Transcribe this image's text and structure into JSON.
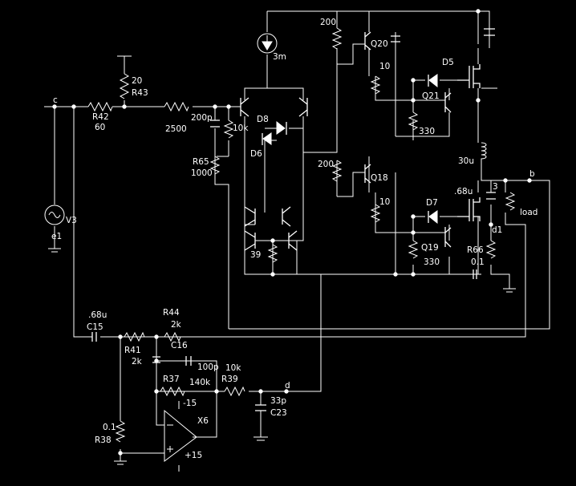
{
  "colors": {
    "background": "#000000",
    "foreground": "#ffffff"
  },
  "labels": {
    "c": "c",
    "b": "b",
    "d": "d",
    "r42": "R42",
    "r42v": "60",
    "r43v": "20",
    "r43": "R43",
    "r2500": "2500",
    "c200p": "200p",
    "r10k": "10k",
    "r65": "R65",
    "r65v": "1000",
    "src3m": "3m",
    "d8": "D8",
    "d6": "D6",
    "q20r": "200",
    "q20": "Q20",
    "q20r10": "10",
    "d5": "D5",
    "q21": "Q21",
    "q21r": "330",
    "l30u": "30u",
    "q18r": "200",
    "q18": "Q18",
    "q18r10": "10",
    "d7": "D7",
    "c68u": ".68u",
    "cap3": "3",
    "load": "load",
    "q19": "Q19",
    "q19r": "330",
    "r66": "R66",
    "r66v": "0.1",
    "d1": "d1",
    "r39ohm": "39",
    "v3": "V3",
    "e1": "e1",
    "c15v": ".68u",
    "c15": "C15",
    "r44": "R44",
    "r44v": "2k",
    "c16": "C16",
    "r41": "R41",
    "r41v": "2k",
    "c100p": "100p",
    "r37": "R37",
    "r37v": "140k",
    "r39v": "10k",
    "r39": "R39",
    "c33p": "33p",
    "c23": "C23",
    "x6": "X6",
    "vneg": "-15",
    "vpos": "+15",
    "r38v": "0.1",
    "r38": "R38"
  }
}
